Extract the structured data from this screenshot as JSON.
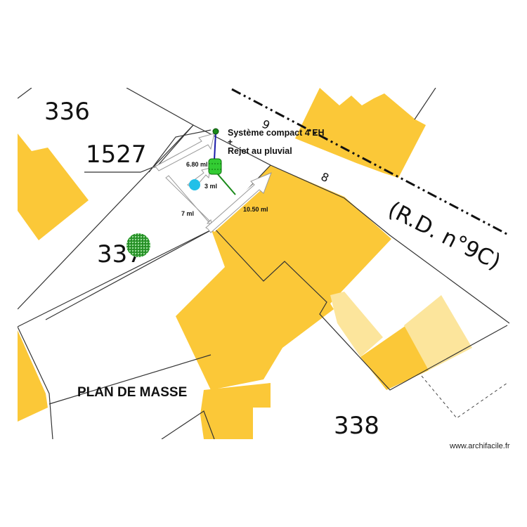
{
  "title": "PLAN DE MASSE",
  "parcels": [
    "336",
    "1527",
    "337",
    "338"
  ],
  "road": {
    "label": "(R.D. n°9C)",
    "numbers": [
      "9",
      "8"
    ]
  },
  "system": {
    "line1": "Système compact 4 EH",
    "plus": "+",
    "line2": "Rejet au pluvial"
  },
  "dimensions": {
    "d1": "6.80 ml",
    "d2": "3 ml",
    "d3": "7 ml",
    "d4": "10.50 ml"
  },
  "watermark": "www.archifacile.fr",
  "colors": {
    "building": "#fbc838",
    "building_light": "#fce59c",
    "tree": "#2e9a2e",
    "well": "#22c0e8",
    "tank": "#33cc33",
    "pipe_blue": "#1a1aa8",
    "pipe_green": "#1a8a1a"
  },
  "icons": [
    "tree-icon",
    "well-icon",
    "septic-tank-icon",
    "outlet-icon"
  ]
}
